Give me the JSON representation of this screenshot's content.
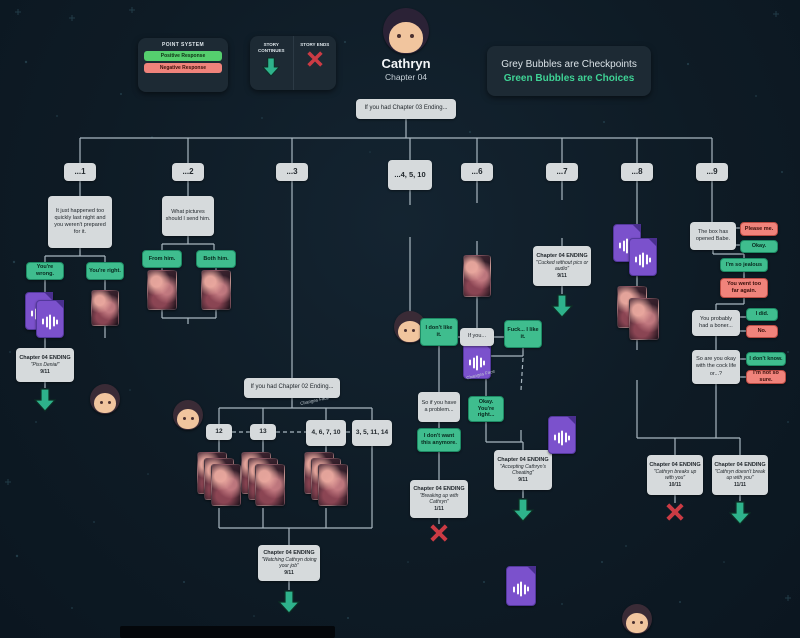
{
  "colors": {
    "background": "#0e1b25",
    "checkpoint_grey": "#d6dadc",
    "choice_green": "#3fbd8e",
    "negative_red": "#f0837b",
    "audio_icon_purple": "#7b51cc",
    "continue_arrow_green": "#2eb28b",
    "end_x_red": "#cb3b44"
  },
  "common": {
    "ending_title": "Chapter 04 ENDING"
  },
  "legend": {
    "point_title": "POINT SYSTEM",
    "positive": "Positive Response",
    "negative": "Negative Response",
    "continues": "STORY CONTINUES",
    "ends": "STORY ENDS"
  },
  "header": {
    "name": "Cathryn",
    "chapter": "Chapter 04"
  },
  "info": {
    "line1": "Grey Bubbles are Checkpoints",
    "line2": "Green Bubbles are Choices"
  },
  "root": {
    "label": "If you had Chapter 03 Ending..."
  },
  "branches": {
    "b1": "...1",
    "b2": "...2",
    "b3": "...3",
    "b45": "...4, 5, 10",
    "b6": "...6",
    "b7": "...7",
    "b8": "...8",
    "b9": "...9"
  },
  "b1": {
    "checkpoint": "It just happened too quickly last night and you weren't prepared for it.",
    "choice_wrong": "You're wrong.",
    "choice_right": "You're right.",
    "ending_name": "\"Piss Denial\"",
    "ending_count": "9/11"
  },
  "b2": {
    "checkpoint": "What pictures should I send him.",
    "choice_left": "From him.",
    "choice_right": "Both him."
  },
  "b3": {
    "checkpoint": "If you had Chapter 02 Ending...",
    "n12": "12",
    "n13": "13",
    "n4": "4, 6, 7, 10",
    "n3": "3, 5, 11, 14",
    "changes_face": "Changes Face",
    "ending_name": "\"Watching Cathryn doing your job\"",
    "ending_count": "9/11"
  },
  "b6": {
    "checkpoint_if": "If you...",
    "choice_dislike": "I don't like it.",
    "choice_like": "Fuck... I like it.",
    "checkpoint_problem": "So if you have a problem...",
    "choice_okay": "Okay. You're right...",
    "choice_dont_want": "I don't want this anymore.",
    "changes_face": "Changes Face",
    "break_name": "\"Breaking up with Cathryn\"",
    "break_count": "1/11",
    "accept_name": "\"Accepting Cathryn's Cheating\"",
    "accept_count": "9/11"
  },
  "b7": {
    "ending_name": "\"Cucked without pics or audio\"",
    "ending_count": "9/11"
  },
  "b9": {
    "checkpoint_box": "The box has opened Babe.",
    "choice_please": "Please me.",
    "choice_okay": "Okay.",
    "choice_jealous": "I'm so jealous",
    "choice_too_far": "You went too far again.",
    "checkpoint_boner": "You probably had a boner...",
    "choice_did": "I did.",
    "choice_no": "No.",
    "checkpoint_cock": "So are you okay with the cock life or...?",
    "choice_dont_know": "I don't know.",
    "choice_not_sure": "I'm not so sure.",
    "break_name": "\"Cathryn breaks up with you\"",
    "break_count": "10/11",
    "stay_name": "\"Cathryn doesn't break up with you\"",
    "stay_count": "11/11"
  }
}
